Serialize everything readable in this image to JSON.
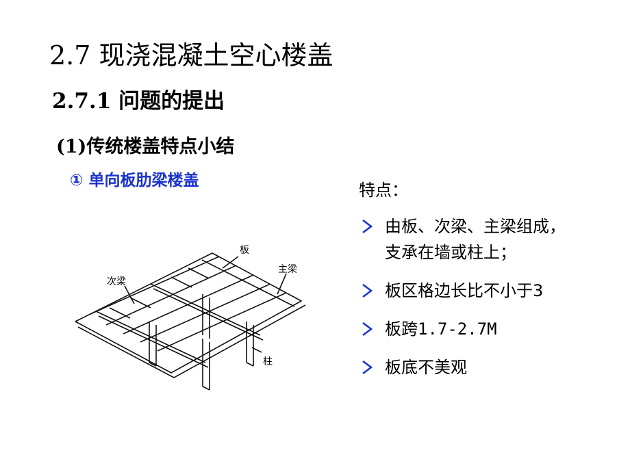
{
  "title": "2.7 现浇混凝土空心楼盖",
  "subtitle": "2.7.1 问题的提出",
  "section": "(1)传统楼盖特点小结",
  "item": {
    "label": "① 单向板肋梁楼盖",
    "color": "#1a33cc"
  },
  "figure": {
    "labels": {
      "slab": "板",
      "main_beam": "主梁",
      "secondary_beam": "次梁",
      "column": "柱"
    }
  },
  "features": {
    "heading": "特点：",
    "bullet_color": "#1a33cc",
    "bullets": [
      {
        "lines": [
          "由板、次梁、主梁组成，",
          "支承在墙或柱上；"
        ]
      },
      {
        "lines": [
          "板区格边长比不小于3"
        ]
      },
      {
        "lines": [
          "板跨1.7-2.7M"
        ]
      },
      {
        "lines": [
          "板底不美观"
        ]
      }
    ]
  }
}
